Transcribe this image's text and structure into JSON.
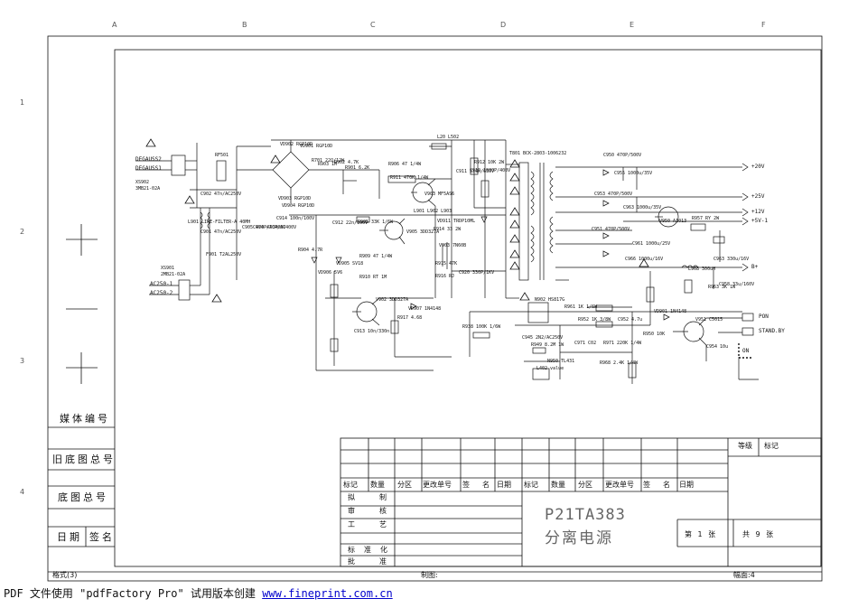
{
  "grid": {
    "columns": [
      "A",
      "B",
      "C",
      "D",
      "E",
      "F"
    ],
    "rows": [
      "1",
      "2",
      "3",
      "4"
    ]
  },
  "side_blocks": {
    "media_no": "媒体编号",
    "old_base_no": "旧底图总号",
    "base_no": "底图总号",
    "date": "日期",
    "sign": "签名"
  },
  "format": "格式(3)",
  "drawn_by": "制图:",
  "sheet_size": "幅面:4",
  "title_block": {
    "grade_label": "等级",
    "mark_label": "标记",
    "rev_header": [
      "标记",
      "数量",
      "分区",
      "更改单号",
      "签",
      "名",
      "日期",
      "标记",
      "数量",
      "分区",
      "更改单号",
      "签",
      "名",
      "日期"
    ],
    "roles": [
      "拟",
      "制",
      "审",
      "核",
      "工",
      "艺",
      "标",
      "准",
      "化",
      "批",
      "准"
    ],
    "model": "P21TA383",
    "title": "分离电源",
    "sheet_no": "第 1 张",
    "sheet_total": "共 9 张"
  },
  "connectors": {
    "degauss": [
      "DEGAUSS2",
      "DEGAUSS1"
    ],
    "degauss_ref": [
      "XS902",
      "3MB21-02A"
    ],
    "ac_in": [
      "AC250-1",
      "AC250-2"
    ],
    "ac_ref": [
      "XS901",
      "2MB21-02A"
    ]
  },
  "components": [
    "R701 22Ω/12W",
    "RF501",
    "C902 47n/AC250V",
    "C901 47n/AC250V",
    "L901 LINE-FILTER-A 40MH",
    "F901 T2AL250V",
    "VD902 RGP10D",
    "VD901 RGP10D",
    "VD903 RGP10D",
    "VD904 RGP10D",
    "C905 470P/AC400V",
    "C904 470P/AC400V",
    "R903 1M",
    "R902 4.7K",
    "R901 6.2K",
    "L20 L502",
    "R906 47 1/4W",
    "C910 1000P/400V",
    "C914 100n/100V",
    "R911 470K 1/4W",
    "V903 MF5AS6",
    "C911 330n/630V",
    "R912 10K 2W",
    "L901 L902 L903",
    "VD911 TRDP10ML",
    "R904 4.7R",
    "R905 33K 1/6W",
    "C912 22n/100V",
    "V905 3DD327A",
    "R909 47 1/4W",
    "R910 RT 1M",
    "R914 33 2W",
    "V903 7N60B",
    "R915 47K",
    "R916 RJ",
    "C920 330P/1KV",
    "VD906 5V6",
    "VD905 SV18",
    "VD907 1N4148",
    "V902 3DD327A",
    "R917 4.68",
    "C913 10n/330n",
    "T801 BCK-2803-1006232",
    "C950 470P/500V",
    "C955 1000u/35V",
    "C953 470P/500V",
    "C963 1000u/35V",
    "C951 470P/500V",
    "C961 1000u/25V",
    "C966 1000u/16V",
    "L968 300uH",
    "V950 A1013",
    "R957 RY 2W",
    "C963 330u/16V",
    "C958 33u/160V",
    "R963 3K 1W",
    "N902 HS817G",
    "R961 1K 1/6W",
    "R952 1K 3/8W",
    "C952 4.7u",
    "R950 10K",
    "VD901 1N4148",
    "V951 C5015",
    "C954 10u",
    "R938 100K 1/6W",
    "C945 2N2/AC250V",
    "R949 8.2M 1W",
    "C971 C02",
    "R971 220K 1/4W",
    "N950 TL431",
    "R968 2.4K 1/4W",
    "L402 value"
  ],
  "outputs": [
    "+20V",
    "+25V",
    "+12V",
    "+5V-1",
    "B+",
    "PON",
    "STAND.BY",
    "ON"
  ],
  "footer": {
    "prefix": "PDF 文件使用 \"pdfFactory Pro\" 试用版本创建",
    "link": "www.fineprint.com.cn"
  }
}
